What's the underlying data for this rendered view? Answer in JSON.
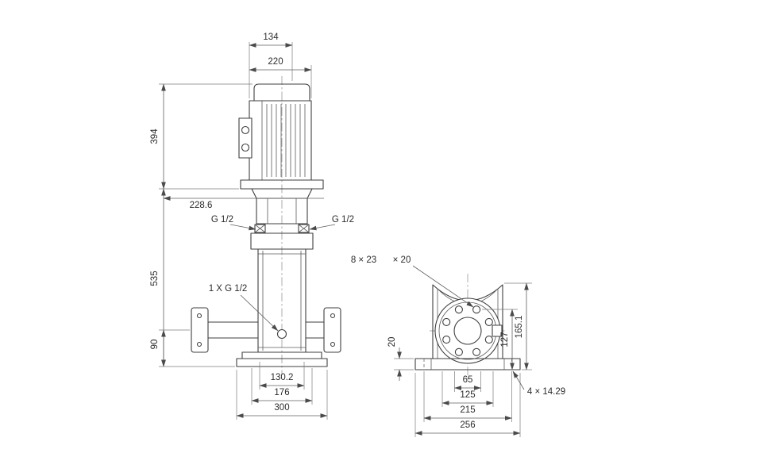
{
  "drawing": {
    "front": {
      "d134": "134",
      "d220": "220",
      "d394": "394",
      "d228_6": "228.6",
      "g_left": "G 1/2",
      "g_right": "G 1/2",
      "d535": "535",
      "drain": "1 X G 1/2",
      "d90": "90",
      "d130_2": "130.2",
      "d176": "176",
      "d300": "300"
    },
    "side": {
      "slot_a": "8 × 23",
      "slot_b": "× 20",
      "d127": "127",
      "d165_1": "165.1",
      "d20": "20",
      "d65": "65",
      "d125": "125",
      "d215": "215",
      "d256": "256",
      "holes": "4 × 14.29"
    }
  }
}
